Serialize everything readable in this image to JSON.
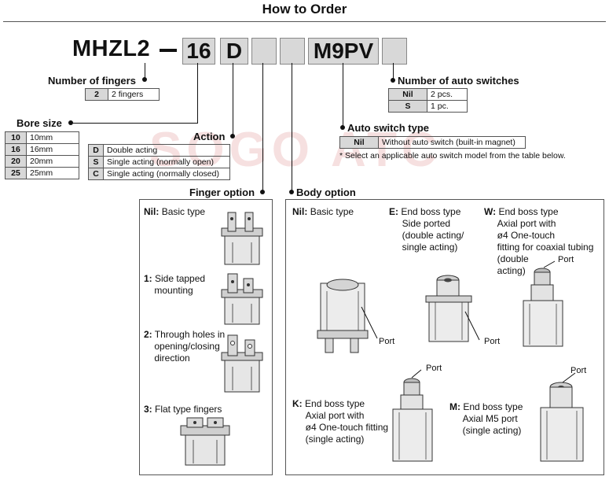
{
  "title": "How to Order",
  "model": {
    "series": "MHZL2",
    "codes": [
      {
        "value": "16"
      },
      {
        "value": "D"
      },
      {
        "value": ""
      },
      {
        "value": ""
      },
      {
        "value": "M9PV"
      },
      {
        "value": ""
      }
    ]
  },
  "watermark": "SOGO ATC",
  "fingers": {
    "label": "Number of fingers",
    "rows": [
      {
        "code": "2",
        "desc": "2 fingers"
      }
    ]
  },
  "bore": {
    "label": "Bore size",
    "rows": [
      {
        "code": "10",
        "desc": "10mm"
      },
      {
        "code": "16",
        "desc": "16mm"
      },
      {
        "code": "20",
        "desc": "20mm"
      },
      {
        "code": "25",
        "desc": "25mm"
      }
    ]
  },
  "action": {
    "label": "Action",
    "rows": [
      {
        "code": "D",
        "desc": "Double acting"
      },
      {
        "code": "S",
        "desc": "Single acting (normally open)"
      },
      {
        "code": "C",
        "desc": "Single acting (normally closed)"
      }
    ]
  },
  "auto_switch_count": {
    "label": "Number of auto switches",
    "rows": [
      {
        "code": "Nil",
        "desc": "2 pcs."
      },
      {
        "code": "S",
        "desc": "1 pc."
      }
    ]
  },
  "auto_switch_type": {
    "label": "Auto switch type",
    "rows": [
      {
        "code": "Nil",
        "desc": "Without auto switch (built-in magnet)"
      }
    ],
    "note": "* Select an applicable auto switch model from the table below."
  },
  "finger_option": {
    "label": "Finger option",
    "items": [
      {
        "code": "Nil:",
        "text": [
          "Basic type"
        ]
      },
      {
        "code": "1:",
        "text": [
          "Side tapped",
          "mounting"
        ]
      },
      {
        "code": "2:",
        "text": [
          "Through holes in",
          "opening/closing",
          "direction"
        ]
      },
      {
        "code": "3:",
        "text": [
          "Flat type fingers"
        ]
      }
    ]
  },
  "body_option": {
    "label": "Body option",
    "port_label": "Port",
    "items": [
      {
        "code": "Nil:",
        "text": [
          "Basic type"
        ]
      },
      {
        "code": "E:",
        "text": [
          "End boss type",
          "Side ported",
          "(double acting/",
          "single acting)"
        ]
      },
      {
        "code": "W:",
        "text": [
          "End boss type",
          "Axial port with",
          "ø4 One-touch",
          "fitting for coaxial tubing",
          "(double",
          "acting)"
        ]
      },
      {
        "code": "K:",
        "text": [
          "End boss type",
          "Axial port with",
          "ø4 One-touch fitting",
          "(single acting)"
        ]
      },
      {
        "code": "M:",
        "text": [
          "End boss type",
          "Axial M5 port",
          "(single acting)"
        ]
      }
    ]
  }
}
